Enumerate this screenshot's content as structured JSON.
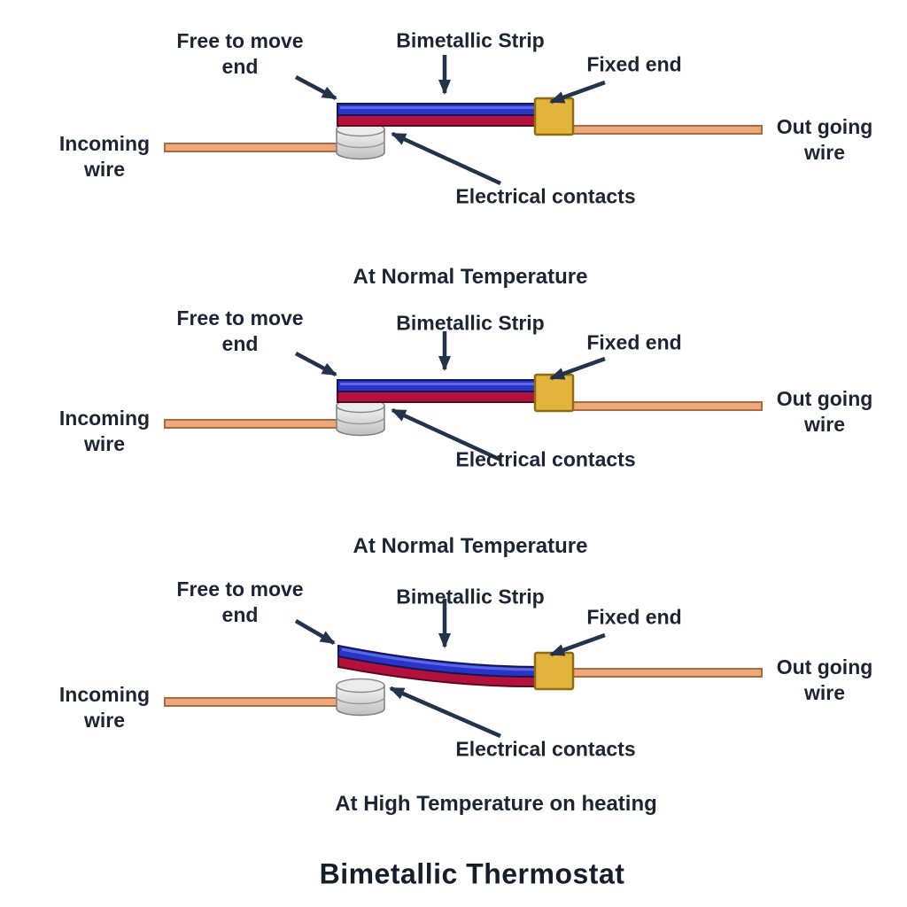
{
  "title": "Bimetallic Thermostat",
  "labels": {
    "free_to_move": {
      "line1": "Free to move",
      "line2": "end"
    },
    "bimetallic_strip": "Bimetallic Strip",
    "fixed_end": "Fixed end",
    "incoming": {
      "line1": "Incoming",
      "line2": "wire"
    },
    "outgoing": {
      "line1": "Out going",
      "line2": "wire"
    },
    "contacts": "Electrical contacts"
  },
  "panels": [
    {
      "caption": "At Normal Temperature",
      "strip_state": "straight"
    },
    {
      "caption": "At Normal Temperature",
      "strip_state": "straight"
    },
    {
      "caption": "At High Temperature on heating",
      "strip_state": "bent-up"
    }
  ],
  "colors": {
    "background": "#ffffff",
    "text": "#1d2433",
    "arrow": "#22334a",
    "strip_blue": "#2b32c8",
    "strip_blue_highlight": "#5a68e6",
    "strip_red": "#b3113c",
    "fixed_block": "#e2b43c",
    "wire": "#eda87b",
    "contact_light": "#f4f4f4",
    "contact_dark": "#c0c0c0"
  }
}
